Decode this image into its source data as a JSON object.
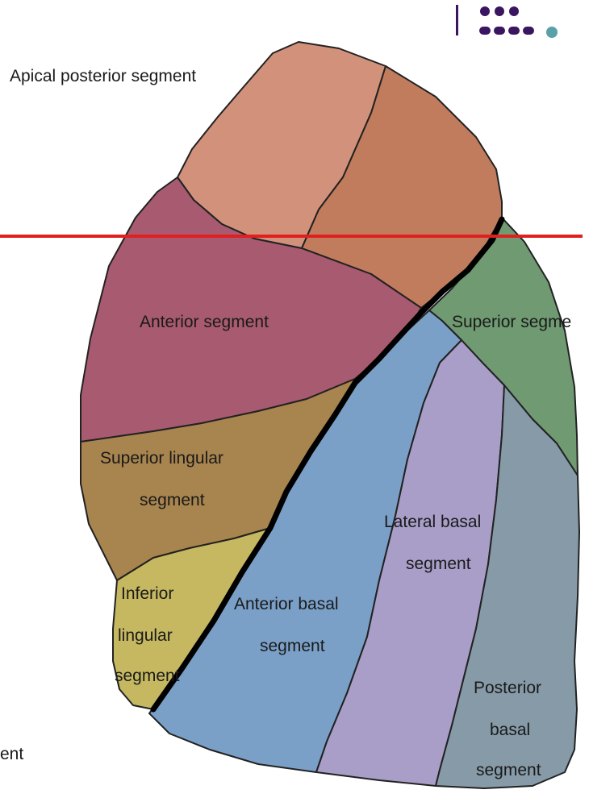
{
  "labels": {
    "apical_posterior": "Apical posterior segment",
    "anterior": "Anterior segment",
    "superior": "Superior segme",
    "superior_lingular_1": "Superior lingular",
    "superior_lingular_2": "segment",
    "inferior_lingular_1": "Inferior",
    "inferior_lingular_2": "lingular",
    "inferior_lingular_3": "segment",
    "anterior_basal_1": "Anterior basal",
    "anterior_basal_2": "segment",
    "lateral_basal_1": "Lateral basal",
    "lateral_basal_2": "segment",
    "posterior_basal_1": "Posterior",
    "posterior_basal_2": "basal",
    "posterior_basal_3": "segment",
    "cut_off_left": "ent"
  },
  "colors": {
    "apical_left": "#d2917a",
    "apical_right": "#c07c5c",
    "anterior": "#a85a70",
    "superior": "#6f9a72",
    "superior_lingular": "#a8844e",
    "inferior_lingular": "#c6b860",
    "anterior_basal": "#7aa0c8",
    "lateral_basal": "#a89ec8",
    "posterior_basal": "#869aa8",
    "cut_line": "#e02020",
    "logo_dots": "#3a1560",
    "logo_accent": "#5aa0a8"
  },
  "logo_icon": "slide-logo-dots-icon"
}
